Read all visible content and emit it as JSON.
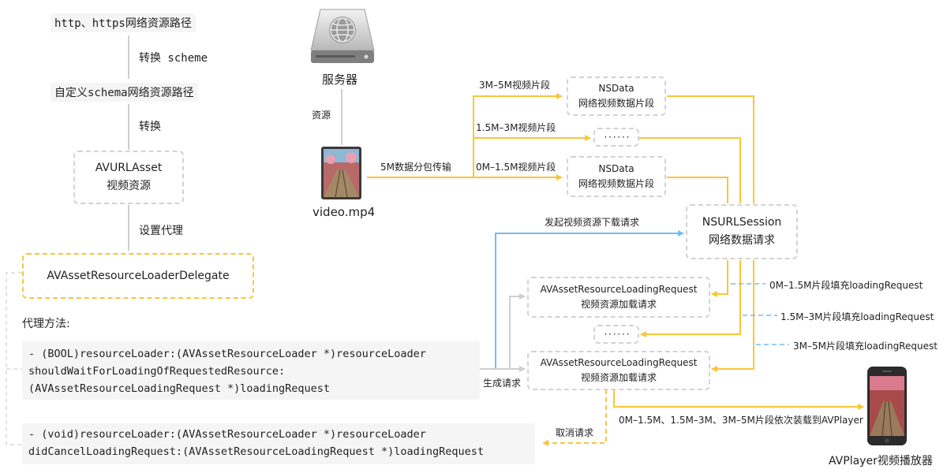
{
  "left_flow": {
    "http_path": "http、https网络资源路径",
    "step1": "转换 scheme",
    "custom_path": "自定义schema网络资源路径",
    "step2": "转换",
    "asset_line1": "AVURLAsset",
    "asset_line2": "视频资源",
    "step3": "设置代理",
    "delegate": "AVAssetResourceLoaderDelegate",
    "methods_title": "代理方法:",
    "method1": [
      "- (BOOL)resourceLoader:(AVAssetResourceLoader *)resourceLoader",
      "shouldWaitForLoadingOfRequestedResource:",
      "(AVAssetResourceLoadingRequest *)loadingRequest"
    ],
    "method2": [
      "- (void)resourceLoader:(AVAssetResourceLoader *)resourceLoader",
      "didCancelLoadingRequest:(AVAssetResourceLoadingRequest *)loadingRequest"
    ]
  },
  "server": {
    "label": "服务器",
    "resource_label": "资源",
    "video_label": "video.mp4",
    "transfer_label": "5M数据分包传输"
  },
  "segments": {
    "seg_top_label": "3M–5M视频片段",
    "seg_mid_label": "1.5M–3M视频片段",
    "seg_bottom_label": "0M–1.5M视频片段",
    "nsdata_title": "NSData",
    "nsdata_sub": "网络视频数据片段",
    "ellipsis": "· · · · · ·"
  },
  "session": {
    "title": "NSURLSession",
    "sub": "网络数据请求",
    "start_label": "发起视频资源下载请求"
  },
  "loading": {
    "title": "AVAssetResourceLoadingRequest",
    "sub": "视频资源加载请求",
    "ellipsis": "· · · · · ·",
    "generate_label": "生成请求",
    "cancel_label": "取消请求",
    "fill1": "0M–1.5M片段填充loadingRequest",
    "fill2": "1.5M–3M片段填充loadingRequest",
    "fill3": "3M–5M片段填充loadingRequest",
    "play_label": "0M–1.5M、1.5M–3M、3M–5M片段依次装载到AVPlayer"
  },
  "player": {
    "label": "AVPlayer视频播放器"
  },
  "colors": {
    "yellow": "#f8c63a",
    "blue": "#74bdf2",
    "gray": "#cfcfcf"
  }
}
